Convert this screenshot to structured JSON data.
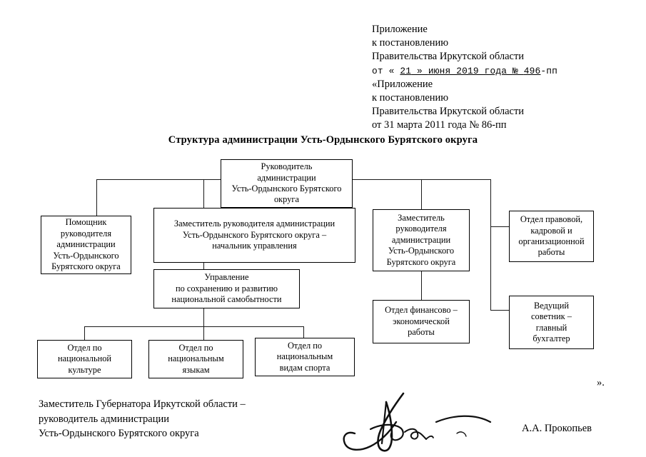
{
  "document": {
    "header_lines": [
      "Приложение",
      "к постановлению",
      "Правительства Иркутской области"
    ],
    "decree_line": {
      "prefix": "от « ",
      "day": "21",
      "mid": " »  ",
      "month_year": "июня 2019 года ",
      "number_sign": "№ ",
      "number": "496",
      "suffix": "-пп"
    },
    "quoted_header_lines": [
      "«Приложение",
      "к постановлению",
      "Правительства Иркутской области",
      "от 31 марта 2011 года № 86-пп"
    ],
    "closing_quote": "».",
    "title": "Структура администрации Усть-Ордынского Бурятского округа"
  },
  "chart_data": {
    "type": "diagram",
    "title": "Структура администрации Усть-Ордынского Бурятского округа",
    "nodes": [
      {
        "id": "head",
        "label": "Руководитель администрации Усть-Ордынского Бурятского округа",
        "lines": [
          "Руководитель",
          "администрации",
          "Усть-Ордынского Бурятского",
          "округа"
        ]
      },
      {
        "id": "assistant",
        "label": "Помощник руководителя администрации Усть-Ордынского Бурятского округа",
        "lines": [
          "Помощник",
          "руководителя",
          "администрации",
          "Усть-Ордынского",
          "Бурятского округа"
        ]
      },
      {
        "id": "deputy_chief",
        "label": "Заместитель руководителя администрации Усть-Ордынского Бурятского округа – начальник управления",
        "lines": [
          "Заместитель руководителя администрации",
          "Усть-Ордынского Бурятского округа –",
          "начальник управления"
        ]
      },
      {
        "id": "deputy",
        "label": "Заместитель руководителя администрации Усть-Ордынского Бурятского округа",
        "lines": [
          "Заместитель",
          "руководителя",
          "администрации",
          "Усть-Ордынского",
          "Бурятского округа"
        ]
      },
      {
        "id": "legal_dept",
        "label": "Отдел правовой, кадровой и организационной работы",
        "lines": [
          "Отдел правовой,",
          "кадровой и",
          "организационной",
          "работы"
        ]
      },
      {
        "id": "directorate",
        "label": "Управление по сохранению и развитию национальной самобытности",
        "lines": [
          "Управление",
          "по сохранению и развитию",
          "национальной самобытности"
        ]
      },
      {
        "id": "finance_dept",
        "label": "Отдел финансово – экономической работы",
        "lines": [
          "Отдел финансово –",
          "экономической",
          "работы"
        ]
      },
      {
        "id": "chief_accountant",
        "label": "Ведущий советник – главный бухгалтер",
        "lines": [
          "Ведущий",
          "советник –",
          "главный",
          "бухгалтер"
        ]
      },
      {
        "id": "culture_dept",
        "label": "Отдел по национальной культуре",
        "lines": [
          "Отдел по",
          "национальной",
          "культуре"
        ]
      },
      {
        "id": "languages_dept",
        "label": "Отдел по национальным языкам",
        "lines": [
          "Отдел по",
          "национальным",
          "языкам"
        ]
      },
      {
        "id": "sports_dept",
        "label": "Отдел по национальным видам спорта",
        "lines": [
          "Отдел по",
          "национальным",
          "видам спорта"
        ]
      }
    ],
    "edges": [
      {
        "from": "head",
        "to": "assistant"
      },
      {
        "from": "head",
        "to": "deputy_chief"
      },
      {
        "from": "head",
        "to": "deputy"
      },
      {
        "from": "head",
        "to": "legal_dept"
      },
      {
        "from": "head",
        "to": "chief_accountant"
      },
      {
        "from": "deputy_chief",
        "to": "directorate"
      },
      {
        "from": "deputy",
        "to": "finance_dept"
      },
      {
        "from": "directorate",
        "to": "culture_dept"
      },
      {
        "from": "directorate",
        "to": "languages_dept"
      },
      {
        "from": "directorate",
        "to": "sports_dept"
      }
    ]
  },
  "signature_block": {
    "title_lines": [
      "Заместитель Губернатора Иркутской области –",
      "руководитель администрации",
      "Усть-Ордынского Бурятского округа"
    ],
    "signer": "А.А. Прокопьев"
  }
}
